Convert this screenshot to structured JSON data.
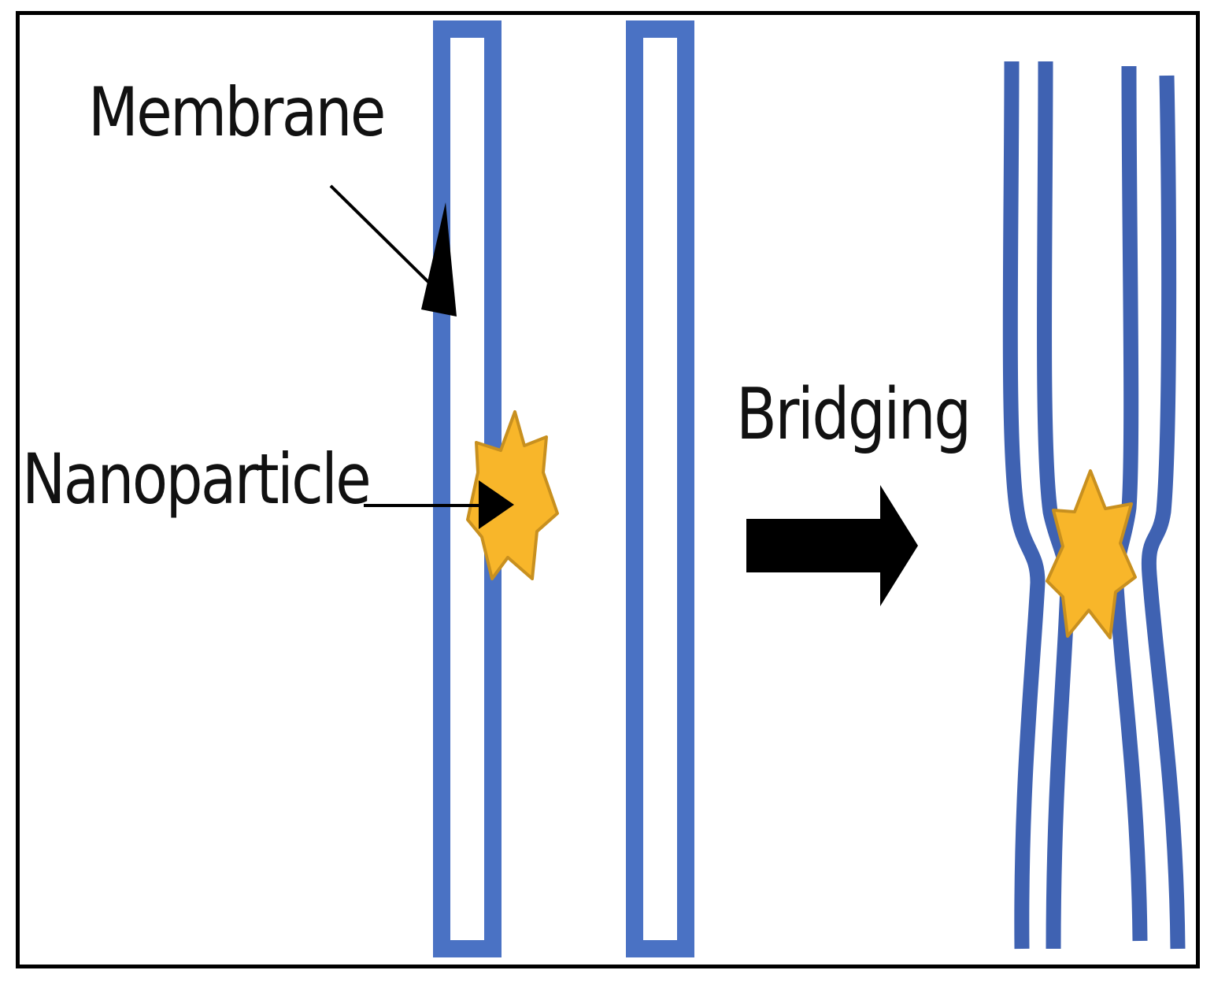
{
  "labels": {
    "membrane": "Membrane",
    "nanoparticle": "Nanoparticle",
    "bridging": "Bridging"
  },
  "colors": {
    "membrane": "#4a72c4",
    "membrane_bridged": "#3f62b2",
    "nanoparticle_fill": "#f8b62a",
    "nanoparticle_stroke": "#c8901f",
    "arrow": "#000000",
    "border": "#000000"
  }
}
